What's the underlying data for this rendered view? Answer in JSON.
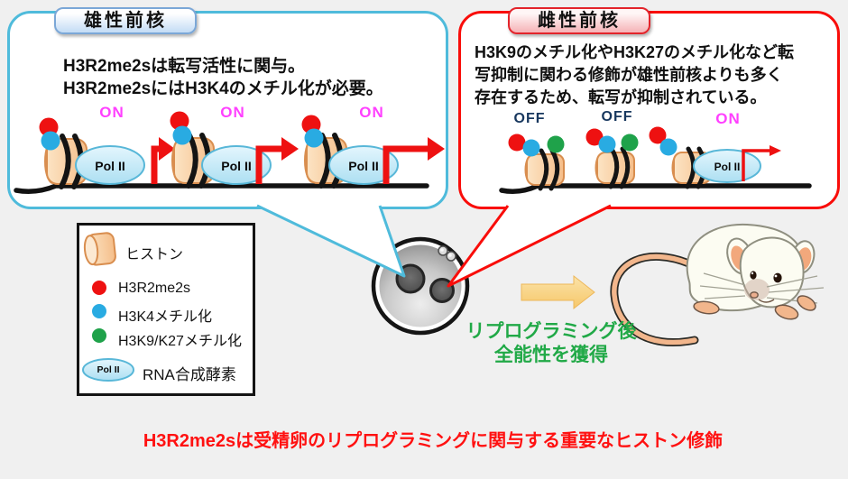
{
  "male_pronucleus_box": {
    "title": "雄性前核",
    "description_line1": "H3R2me2sは転写活性に関与。",
    "description_line2": "H3R2me2sにはH3K4のメチル化が必要。",
    "gene_states": [
      "ON",
      "ON",
      "ON"
    ],
    "polymerase_label": "Pol II"
  },
  "female_pronucleus_box": {
    "title": "雌性前核",
    "description_line1": "H3K9のメチル化やH3K27のメチル化など転",
    "description_line2": "写抑制に関わる修飾が雄性前核よりも多く",
    "description_line3": "存在するため、転写が抑制されている。",
    "gene_states": [
      "OFF",
      "OFF",
      "ON"
    ],
    "polymerase_label": "Pol II"
  },
  "legend": {
    "items": [
      {
        "icon": "histone-icon",
        "label": "ヒストン"
      },
      {
        "icon": "red-dot-icon",
        "label": "H3R2me2s"
      },
      {
        "icon": "blue-dot-icon",
        "label": "H3K4メチル化"
      },
      {
        "icon": "green-dot-icon",
        "label": "H3K9/K27メチル化"
      },
      {
        "icon": "pol2-icon",
        "label": "RNA合成酵素"
      }
    ],
    "polymerase_label": "Pol II"
  },
  "reprogramming": {
    "line1": "リプログラミング後",
    "line2": "全能性を獲得"
  },
  "footer": {
    "text": "H3R2me2sは受精卵のリプログラミングに関与する重要なヒストン修飾"
  },
  "colors": {
    "male_accent": "#4FBBDB",
    "female_accent": "#F90D0A",
    "on_label": "#FF40FF",
    "off_label": "#17375E",
    "h3r2me2s_mark": "#EE1111",
    "h3k4_mark": "#29ABE2",
    "h3k9_k27_mark": "#1FA24A",
    "histone_fill": "#FAD5A8",
    "pol2_fill": "#C8ECFA",
    "reprogramming_text": "#21A947",
    "footer_text": "#FF1111"
  }
}
